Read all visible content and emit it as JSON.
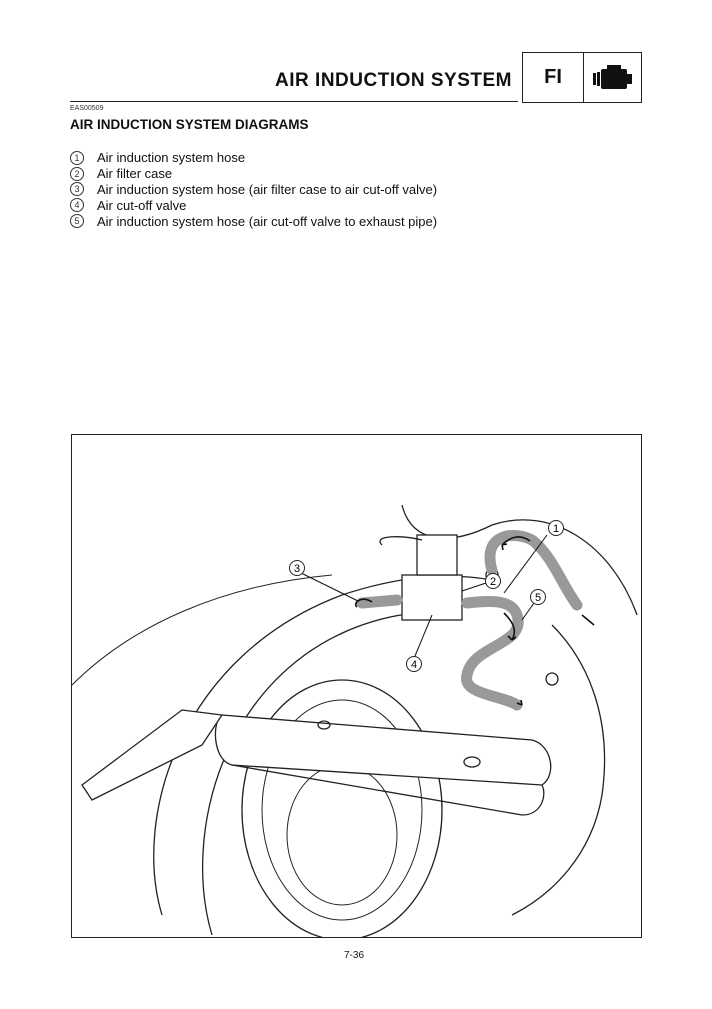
{
  "header": {
    "title": "AIR INDUCTION SYSTEM",
    "section_tab": "FI",
    "section_icon": "engine-icon"
  },
  "section": {
    "code": "EAS00509",
    "heading": "AIR INDUCTION SYSTEM DIAGRAMS"
  },
  "legend": [
    {
      "num": "1",
      "text": "Air induction system hose"
    },
    {
      "num": "2",
      "text": "Air filter case"
    },
    {
      "num": "3",
      "text": "Air induction system hose (air filter case to air cut-off valve)"
    },
    {
      "num": "4",
      "text": "Air cut-off valve"
    },
    {
      "num": "5",
      "text": "Air induction system hose (air cut-off valve to exhaust pipe)"
    }
  ],
  "figure": {
    "callouts": [
      "1",
      "2",
      "3",
      "4",
      "5"
    ]
  },
  "footer": {
    "page": "7-36"
  }
}
